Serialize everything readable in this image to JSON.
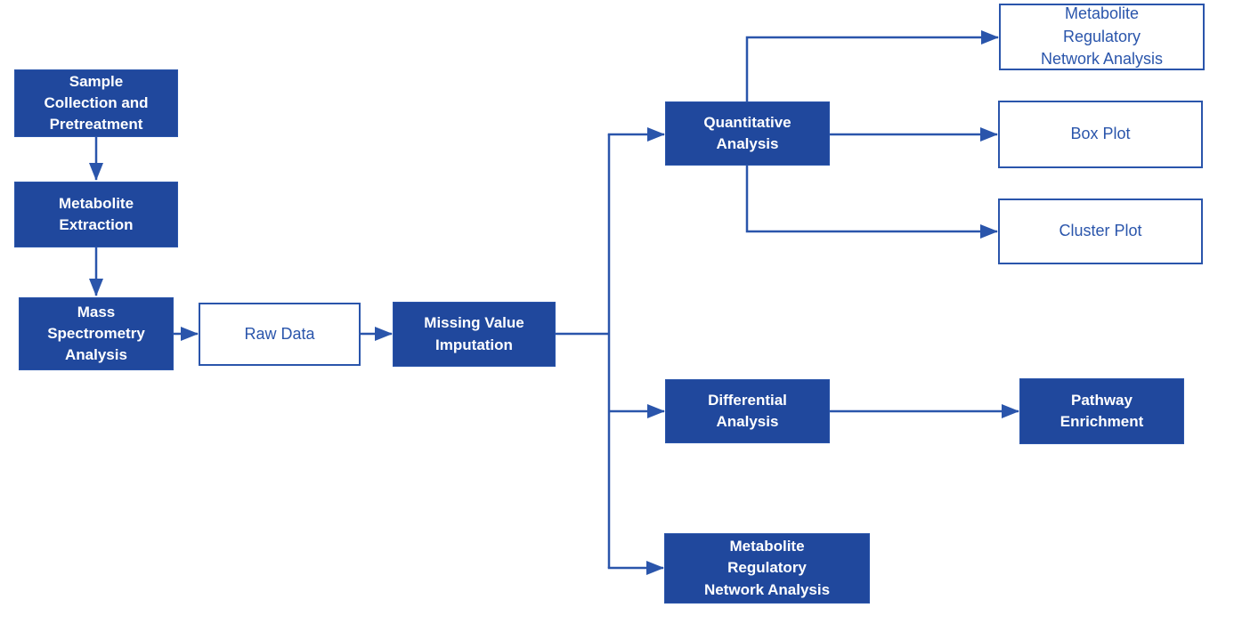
{
  "diagram": {
    "type": "flowchart",
    "colors": {
      "node_fill": "#20489D",
      "connector_line": "#2A55AB",
      "text_on_filled": "#FFFFFF",
      "text_on_outline": "#2A55AB",
      "background": "#FFFFFF"
    },
    "nodes": {
      "sample_collection": {
        "label": [
          "Sample",
          "Collection and",
          "Pretreatment"
        ],
        "style": "filled"
      },
      "metabolite_extraction": {
        "label": [
          "Metabolite",
          "Extraction"
        ],
        "style": "filled"
      },
      "mass_spectrometry": {
        "label": [
          "Mass",
          "Spectrometry",
          "Analysis"
        ],
        "style": "filled"
      },
      "raw_data": {
        "label": [
          "Raw Data"
        ],
        "style": "outline"
      },
      "missing_value": {
        "label": [
          "Missing Value",
          "Imputation"
        ],
        "style": "filled"
      },
      "quantitative_analysis": {
        "label": [
          "Quantitative",
          "Analysis"
        ],
        "style": "filled"
      },
      "mrna_top": {
        "label": [
          "Metabolite",
          "Regulatory",
          "Network Analysis"
        ],
        "style": "outline"
      },
      "box_plot": {
        "label": [
          "Box Plot"
        ],
        "style": "outline"
      },
      "cluster_plot": {
        "label": [
          "Cluster Plot"
        ],
        "style": "outline"
      },
      "differential_analysis": {
        "label": [
          "Differential",
          "Analysis"
        ],
        "style": "filled"
      },
      "pathway_enrichment": {
        "label": [
          "Pathway",
          "Enrichment"
        ],
        "style": "filled"
      },
      "mrna_bottom": {
        "label": [
          "Metabolite",
          "Regulatory",
          "Network Analysis"
        ],
        "style": "filled"
      }
    },
    "edges": [
      {
        "from": "sample_collection",
        "to": "metabolite_extraction"
      },
      {
        "from": "metabolite_extraction",
        "to": "mass_spectrometry"
      },
      {
        "from": "mass_spectrometry",
        "to": "raw_data"
      },
      {
        "from": "raw_data",
        "to": "missing_value"
      },
      {
        "from": "missing_value",
        "to": "quantitative_analysis"
      },
      {
        "from": "missing_value",
        "to": "differential_analysis"
      },
      {
        "from": "missing_value",
        "to": "mrna_bottom"
      },
      {
        "from": "quantitative_analysis",
        "to": "mrna_top"
      },
      {
        "from": "quantitative_analysis",
        "to": "box_plot"
      },
      {
        "from": "quantitative_analysis",
        "to": "cluster_plot"
      },
      {
        "from": "differential_analysis",
        "to": "pathway_enrichment"
      }
    ]
  }
}
